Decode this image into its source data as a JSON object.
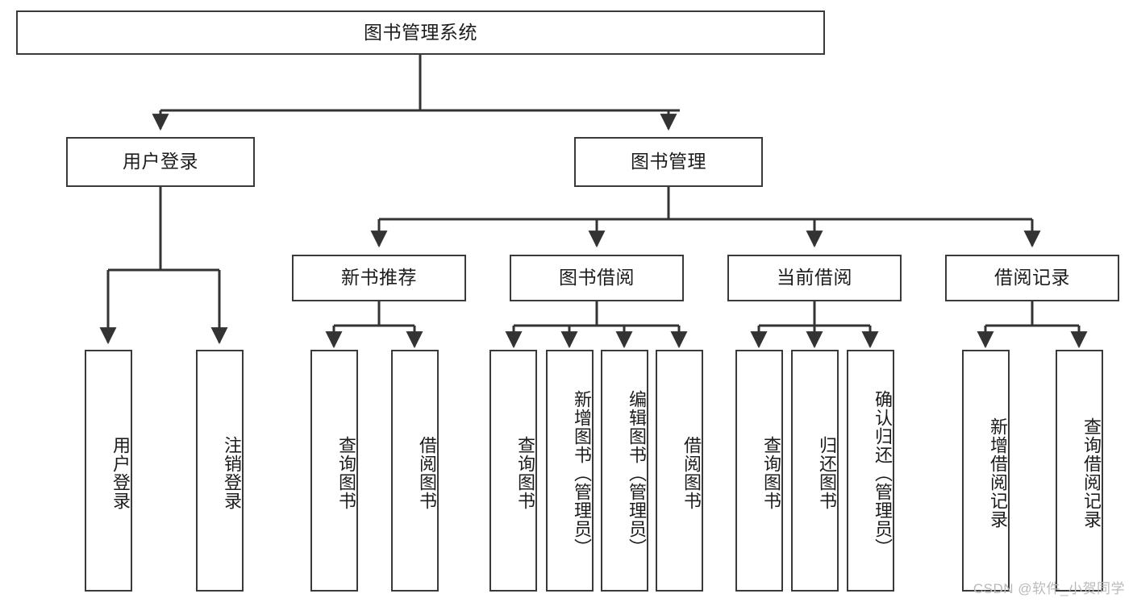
{
  "diagram": {
    "type": "hierarchy-tree",
    "title": "图书管理系统",
    "root": {
      "id": "root",
      "label": "图书管理系统",
      "orientation": "horizontal"
    },
    "level2": [
      {
        "id": "user-login",
        "label": "用户登录",
        "orientation": "horizontal"
      },
      {
        "id": "book-manage",
        "label": "图书管理",
        "orientation": "horizontal"
      }
    ],
    "level3": [
      {
        "id": "new-book-recommend",
        "label": "新书推荐",
        "orientation": "horizontal",
        "parent": "book-manage"
      },
      {
        "id": "book-borrow",
        "label": "图书借阅",
        "orientation": "horizontal",
        "parent": "book-manage"
      },
      {
        "id": "current-borrow",
        "label": "当前借阅",
        "orientation": "horizontal",
        "parent": "book-manage"
      },
      {
        "id": "borrow-record",
        "label": "借阅记录",
        "orientation": "horizontal",
        "parent": "book-manage"
      }
    ],
    "leaves": [
      {
        "id": "leaf-user-login",
        "label": "用户登录",
        "orientation": "vertical",
        "parent": "user-login"
      },
      {
        "id": "leaf-user-logout",
        "label": "注销登录",
        "orientation": "vertical",
        "parent": "user-login"
      },
      {
        "id": "leaf-query-book-rec",
        "label": "查询图书",
        "orientation": "vertical",
        "parent": "new-book-recommend"
      },
      {
        "id": "leaf-borrow-book-rec",
        "label": "借阅图书",
        "orientation": "vertical",
        "parent": "new-book-recommend"
      },
      {
        "id": "leaf-query-book-bw",
        "label": "查询图书",
        "orientation": "vertical",
        "parent": "book-borrow"
      },
      {
        "id": "leaf-add-book",
        "label": "新增图书（管理员）",
        "orientation": "vertical",
        "parent": "book-borrow"
      },
      {
        "id": "leaf-edit-book",
        "label": "编辑图书（管理员）",
        "orientation": "vertical",
        "parent": "book-borrow"
      },
      {
        "id": "leaf-borrow-book-bw",
        "label": "借阅图书",
        "orientation": "vertical",
        "parent": "book-borrow"
      },
      {
        "id": "leaf-query-book-cur",
        "label": "查询图书",
        "orientation": "vertical",
        "parent": "current-borrow"
      },
      {
        "id": "leaf-return-book",
        "label": "归还图书",
        "orientation": "vertical",
        "parent": "current-borrow"
      },
      {
        "id": "leaf-confirm-return",
        "label": "确认归还（管理员）",
        "orientation": "vertical",
        "parent": "current-borrow"
      },
      {
        "id": "leaf-add-record",
        "label": "新增借阅记录",
        "orientation": "vertical",
        "parent": "borrow-record"
      },
      {
        "id": "leaf-query-record",
        "label": "查询借阅记录",
        "orientation": "vertical",
        "parent": "borrow-record"
      }
    ]
  },
  "watermark": {
    "text": "CSDN @软件_小贺同学"
  },
  "colors": {
    "box_border": "#3a3a3a",
    "box_fill": "#ffffff",
    "connector": "#333333",
    "text": "#1c1c1c",
    "watermark": "#b9b9b9",
    "background": "#ffffff"
  }
}
